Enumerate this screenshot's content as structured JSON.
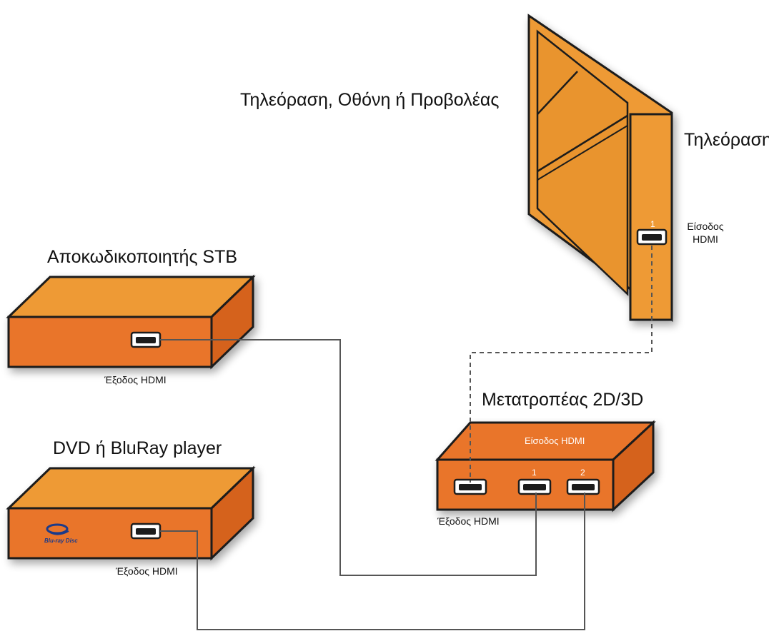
{
  "labels": {
    "tv_title": "Τηλεόραση, Οθόνη ή Προβολέας",
    "tv_side": "Τηλεόραση",
    "tv_input_line1": "Είσοδος",
    "tv_input_line2": "HDMI",
    "tv_port_number": "1",
    "stb_title": "Αποκωδικοποιητής STB",
    "stb_output": "Έξοδος HDMI",
    "dvd_title": "DVD ή BluRay player",
    "dvd_output": "Έξοδος HDMI",
    "converter_title": "Μετατροπέας 2D/3D",
    "converter_input": "Είσοδος HDMI",
    "converter_output": "Έξοδος HDMI",
    "converter_port_1": "1",
    "converter_port_2": "2"
  },
  "colors": {
    "orange_top": "#EE9A34",
    "orange_front": "#E9742A",
    "orange_side": "#D5621C",
    "outline": "#1a1a1a",
    "cable": "#555555",
    "screen_frame": "#E9942E"
  },
  "logo": {
    "bluray_text": "Blu-ray Disc"
  }
}
